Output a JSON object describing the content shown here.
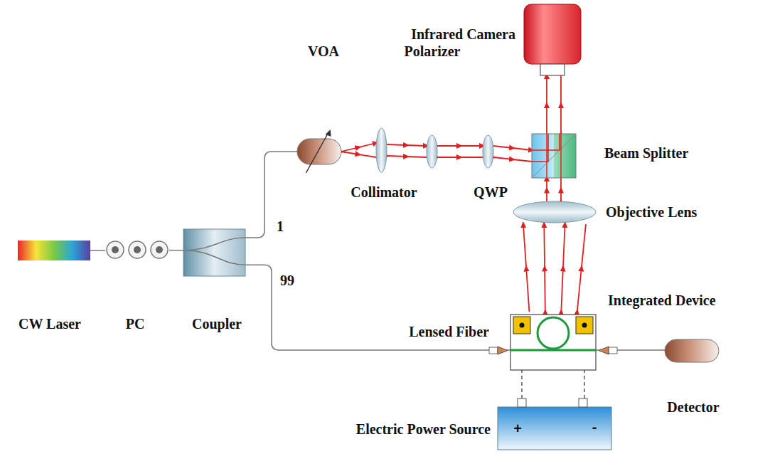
{
  "diagram": {
    "nodes": [
      {
        "text": [
          "CW Laser"
        ]
      },
      {
        "text": [
          "PC"
        ]
      },
      {
        "text": [
          "Coupler"
        ]
      },
      {
        "text": [
          "VOA"
        ]
      },
      {
        "text": [
          "Collimator"
        ]
      },
      {
        "text": [
          "Polarizer"
        ]
      },
      {
        "text": [
          "QWP"
        ]
      },
      {
        "text": [
          "Beam Splitter"
        ]
      },
      {
        "text": [
          "Objective Lens"
        ]
      },
      {
        "text": [
          "Infrared Camera"
        ]
      },
      {
        "text": [
          "Integrated Device"
        ]
      },
      {
        "text": [
          "Detector"
        ]
      },
      {
        "text": [
          "Electric Power Source"
        ]
      }
    ],
    "edges": [
      {
        "from": 0,
        "to": 1,
        "arrow": "none"
      },
      {
        "from": 1,
        "to": 2,
        "arrow": "none"
      },
      {
        "from": 2,
        "to": 3,
        "label": "1",
        "arrow": "none"
      },
      {
        "from": 2,
        "to": 10,
        "label": "99",
        "arrow": "none"
      },
      {
        "from": 10,
        "to": 11,
        "arrow": "none"
      },
      {
        "from": 3,
        "to": 4,
        "arrow": "to"
      },
      {
        "from": 4,
        "to": 5,
        "arrow": "to"
      },
      {
        "from": 5,
        "to": 6,
        "arrow": "to"
      },
      {
        "from": 6,
        "to": 7,
        "arrow": "to"
      },
      {
        "from": 10,
        "to": 8,
        "arrow": "to"
      },
      {
        "from": 8,
        "to": 7,
        "arrow": "to"
      },
      {
        "from": 7,
        "to": 9,
        "arrow": "to"
      },
      {
        "from": 12,
        "to": 10,
        "arrow": "none"
      }
    ],
    "labels": [
      "Lensed Fiber",
      "+",
      "-"
    ]
  }
}
